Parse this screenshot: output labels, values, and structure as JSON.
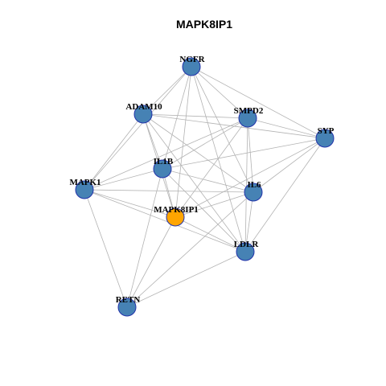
{
  "title": "MAPK8IP1",
  "colors": {
    "node_fill": "#4682b4",
    "highlight_fill": "#ffa500",
    "node_stroke": "#2233aa",
    "edge": "#b3b3b3"
  },
  "nodes": [
    {
      "id": "NGFR",
      "label": "NGFR",
      "highlight": false
    },
    {
      "id": "ADAM10",
      "label": "ADAM10",
      "highlight": false
    },
    {
      "id": "SMPD2",
      "label": "SMPD2",
      "highlight": false
    },
    {
      "id": "SYP",
      "label": "SYP",
      "highlight": false
    },
    {
      "id": "IL1B",
      "label": "IL1B",
      "highlight": false
    },
    {
      "id": "MAPK1",
      "label": "MAPK1",
      "highlight": false
    },
    {
      "id": "IL6",
      "label": "IL6",
      "highlight": false
    },
    {
      "id": "MAPK8IP1",
      "label": "MAPK8IP1",
      "highlight": true
    },
    {
      "id": "LDLR",
      "label": "LDLR",
      "highlight": false
    },
    {
      "id": "RETN",
      "label": "RETN",
      "highlight": false
    }
  ],
  "edges": [
    [
      "NGFR",
      "ADAM10"
    ],
    [
      "NGFR",
      "IL1B"
    ],
    [
      "NGFR",
      "MAPK1"
    ],
    [
      "NGFR",
      "MAPK8IP1"
    ],
    [
      "NGFR",
      "IL6"
    ],
    [
      "NGFR",
      "LDLR"
    ],
    [
      "NGFR",
      "SYP"
    ],
    [
      "NGFR",
      "SMPD2"
    ],
    [
      "ADAM10",
      "SMPD2"
    ],
    [
      "ADAM10",
      "SYP"
    ],
    [
      "ADAM10",
      "IL1B"
    ],
    [
      "ADAM10",
      "MAPK1"
    ],
    [
      "ADAM10",
      "IL6"
    ],
    [
      "ADAM10",
      "MAPK8IP1"
    ],
    [
      "ADAM10",
      "LDLR"
    ],
    [
      "SMPD2",
      "SYP"
    ],
    [
      "SMPD2",
      "IL1B"
    ],
    [
      "SMPD2",
      "IL6"
    ],
    [
      "SMPD2",
      "LDLR"
    ],
    [
      "SMPD2",
      "MAPK8IP1"
    ],
    [
      "SMPD2",
      "MAPK1"
    ],
    [
      "SYP",
      "IL1B"
    ],
    [
      "SYP",
      "IL6"
    ],
    [
      "SYP",
      "LDLR"
    ],
    [
      "SYP",
      "MAPK8IP1"
    ],
    [
      "IL1B",
      "MAPK1"
    ],
    [
      "IL1B",
      "IL6"
    ],
    [
      "IL1B",
      "LDLR"
    ],
    [
      "IL1B",
      "MAPK8IP1"
    ],
    [
      "IL1B",
      "RETN"
    ],
    [
      "MAPK1",
      "IL6"
    ],
    [
      "MAPK1",
      "LDLR"
    ],
    [
      "MAPK1",
      "RETN"
    ],
    [
      "MAPK1",
      "MAPK8IP1"
    ],
    [
      "IL6",
      "LDLR"
    ],
    [
      "IL6",
      "MAPK8IP1"
    ],
    [
      "IL6",
      "RETN"
    ],
    [
      "LDLR",
      "MAPK8IP1"
    ],
    [
      "LDLR",
      "RETN"
    ],
    [
      "MAPK8IP1",
      "RETN"
    ]
  ]
}
